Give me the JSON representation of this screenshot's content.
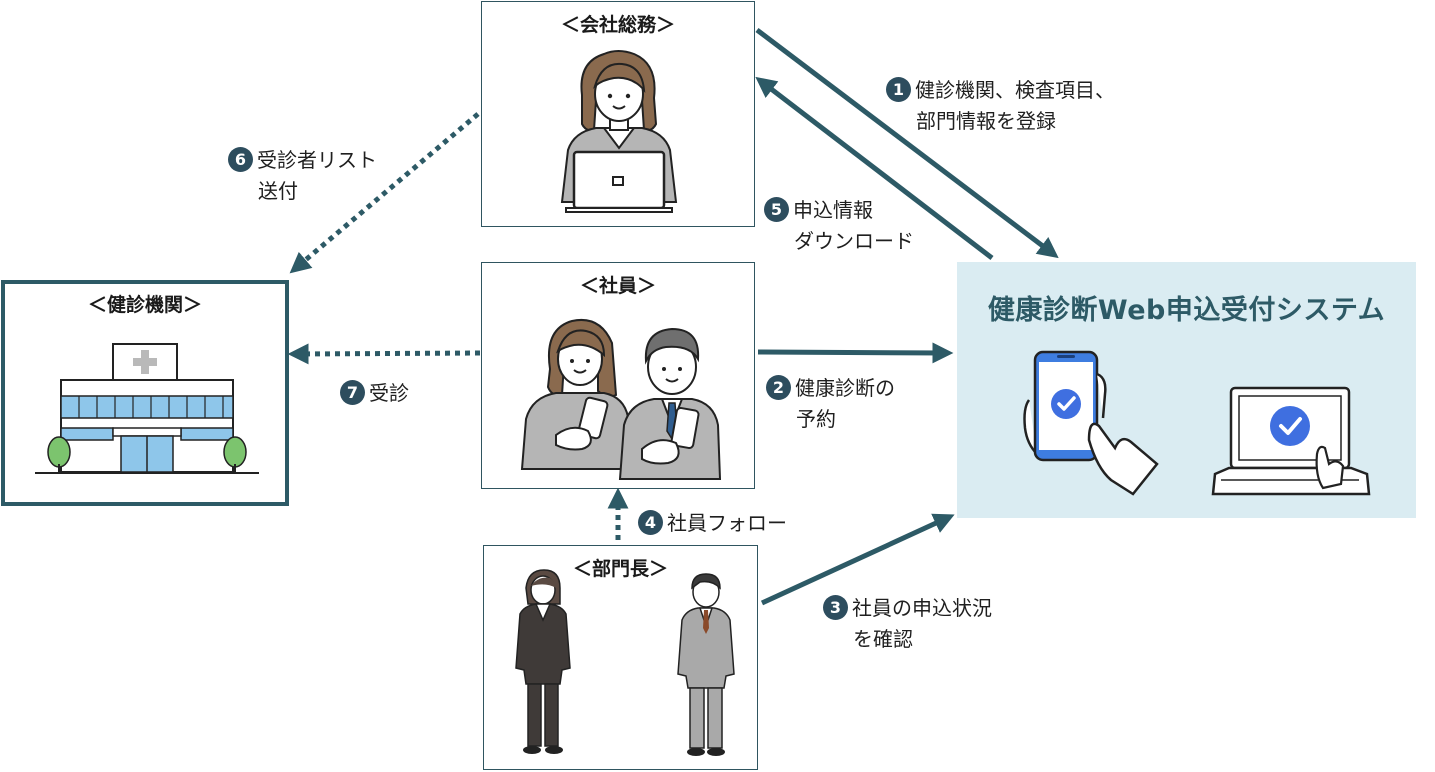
{
  "boxes": {
    "general_affairs": "＜会社総務＞",
    "employees": "＜社員＞",
    "managers": "＜部門長＞",
    "clinic": "＜健診機関＞"
  },
  "system": {
    "title": "健康診断Web申込受付システム"
  },
  "steps": [
    {
      "num": "1",
      "lines": [
        "健診機関、検査項目、",
        "部門情報を登録"
      ]
    },
    {
      "num": "2",
      "lines": [
        "健康診断の",
        "予約"
      ]
    },
    {
      "num": "3",
      "lines": [
        "社員の申込状況",
        "を確認"
      ]
    },
    {
      "num": "4",
      "lines": [
        "社員フォロー"
      ]
    },
    {
      "num": "5",
      "lines": [
        "申込情報",
        "ダウンロード"
      ]
    },
    {
      "num": "6",
      "lines": [
        "受診者リスト",
        "送付"
      ]
    },
    {
      "num": "7",
      "lines": [
        "受診"
      ]
    }
  ],
  "colors": {
    "arrow": "#2d5a66",
    "system_bg": "#daecf2",
    "badge": "#2d4d5e",
    "check": "#3f6fe0",
    "phone": "#3e7de0"
  },
  "icons": [
    "woman-laptop-icon",
    "employees-phone-icon",
    "managers-icon",
    "hospital-icon",
    "smartphone-check-icon",
    "laptop-check-icon"
  ]
}
